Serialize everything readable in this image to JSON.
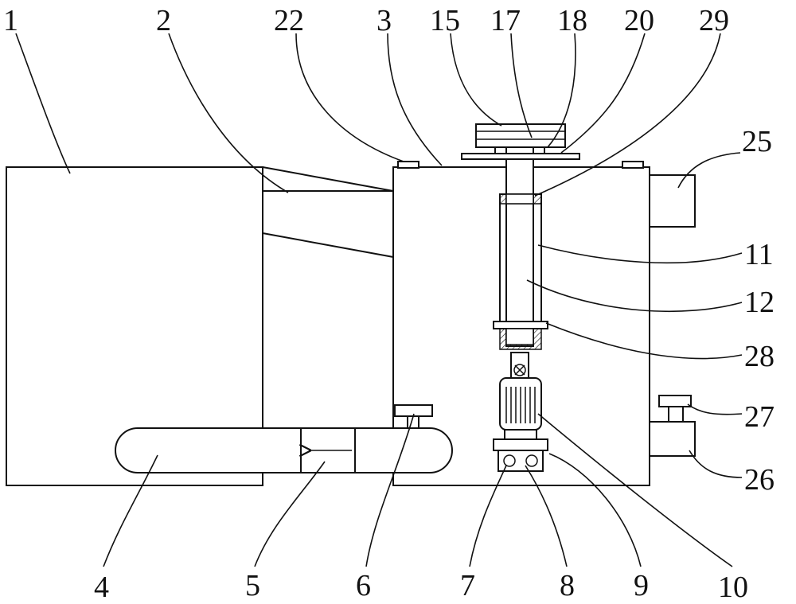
{
  "labels": {
    "n1": "1",
    "n2": "2",
    "n3": "3",
    "n4": "4",
    "n5": "5",
    "n6": "6",
    "n7": "7",
    "n8": "8",
    "n9": "9",
    "n10": "10",
    "n11": "11",
    "n12": "12",
    "n15": "15",
    "n17": "17",
    "n18": "18",
    "n20": "20",
    "n22": "22",
    "n25": "25",
    "n26": "26",
    "n27": "27",
    "n28": "28",
    "n29": "29"
  }
}
